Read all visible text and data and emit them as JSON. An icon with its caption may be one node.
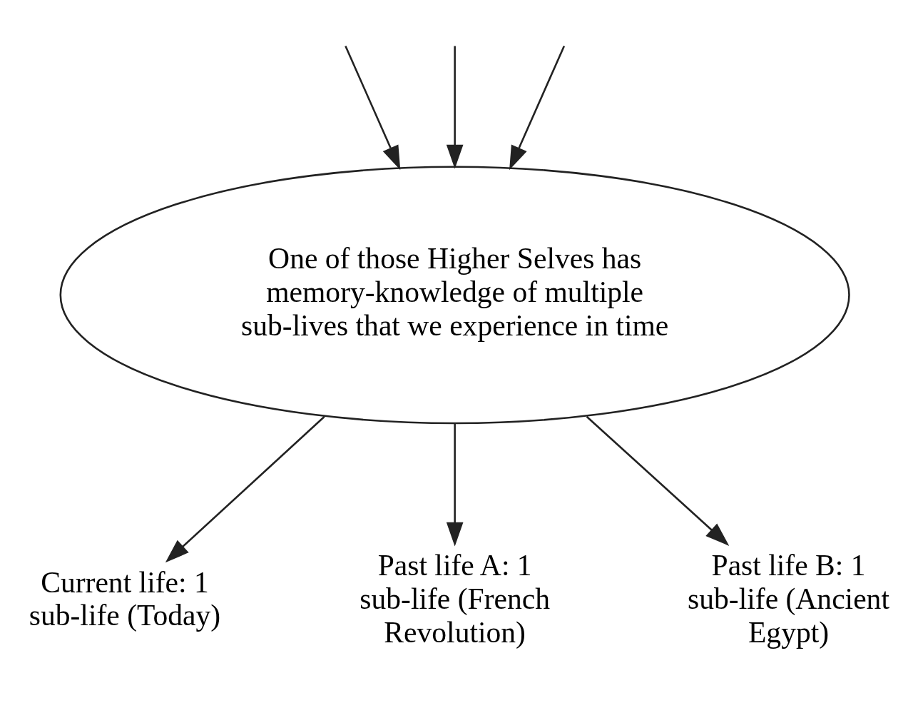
{
  "diagram": {
    "nodes": [
      {
        "text": [
          "One of those Higher Selves has memory-knowledge of multiple sub-lives that we experience in time"
        ]
      },
      {
        "text": [
          "Current life: 1 sub-life (Today)"
        ]
      },
      {
        "text": [
          "Past life A: 1 sub-life (French Revolution)"
        ]
      },
      {
        "text": [
          "Past life B: 1 sub-life (Ancient Egypt)"
        ]
      }
    ],
    "edges": [
      {
        "from": null,
        "to": 0,
        "arrow": "to"
      },
      {
        "from": null,
        "to": 0,
        "arrow": "to"
      },
      {
        "from": null,
        "to": 0,
        "arrow": "to"
      },
      {
        "from": 0,
        "to": 1,
        "arrow": "to"
      },
      {
        "from": 0,
        "to": 2,
        "arrow": "to"
      },
      {
        "from": 0,
        "to": 3,
        "arrow": "to"
      }
    ]
  }
}
